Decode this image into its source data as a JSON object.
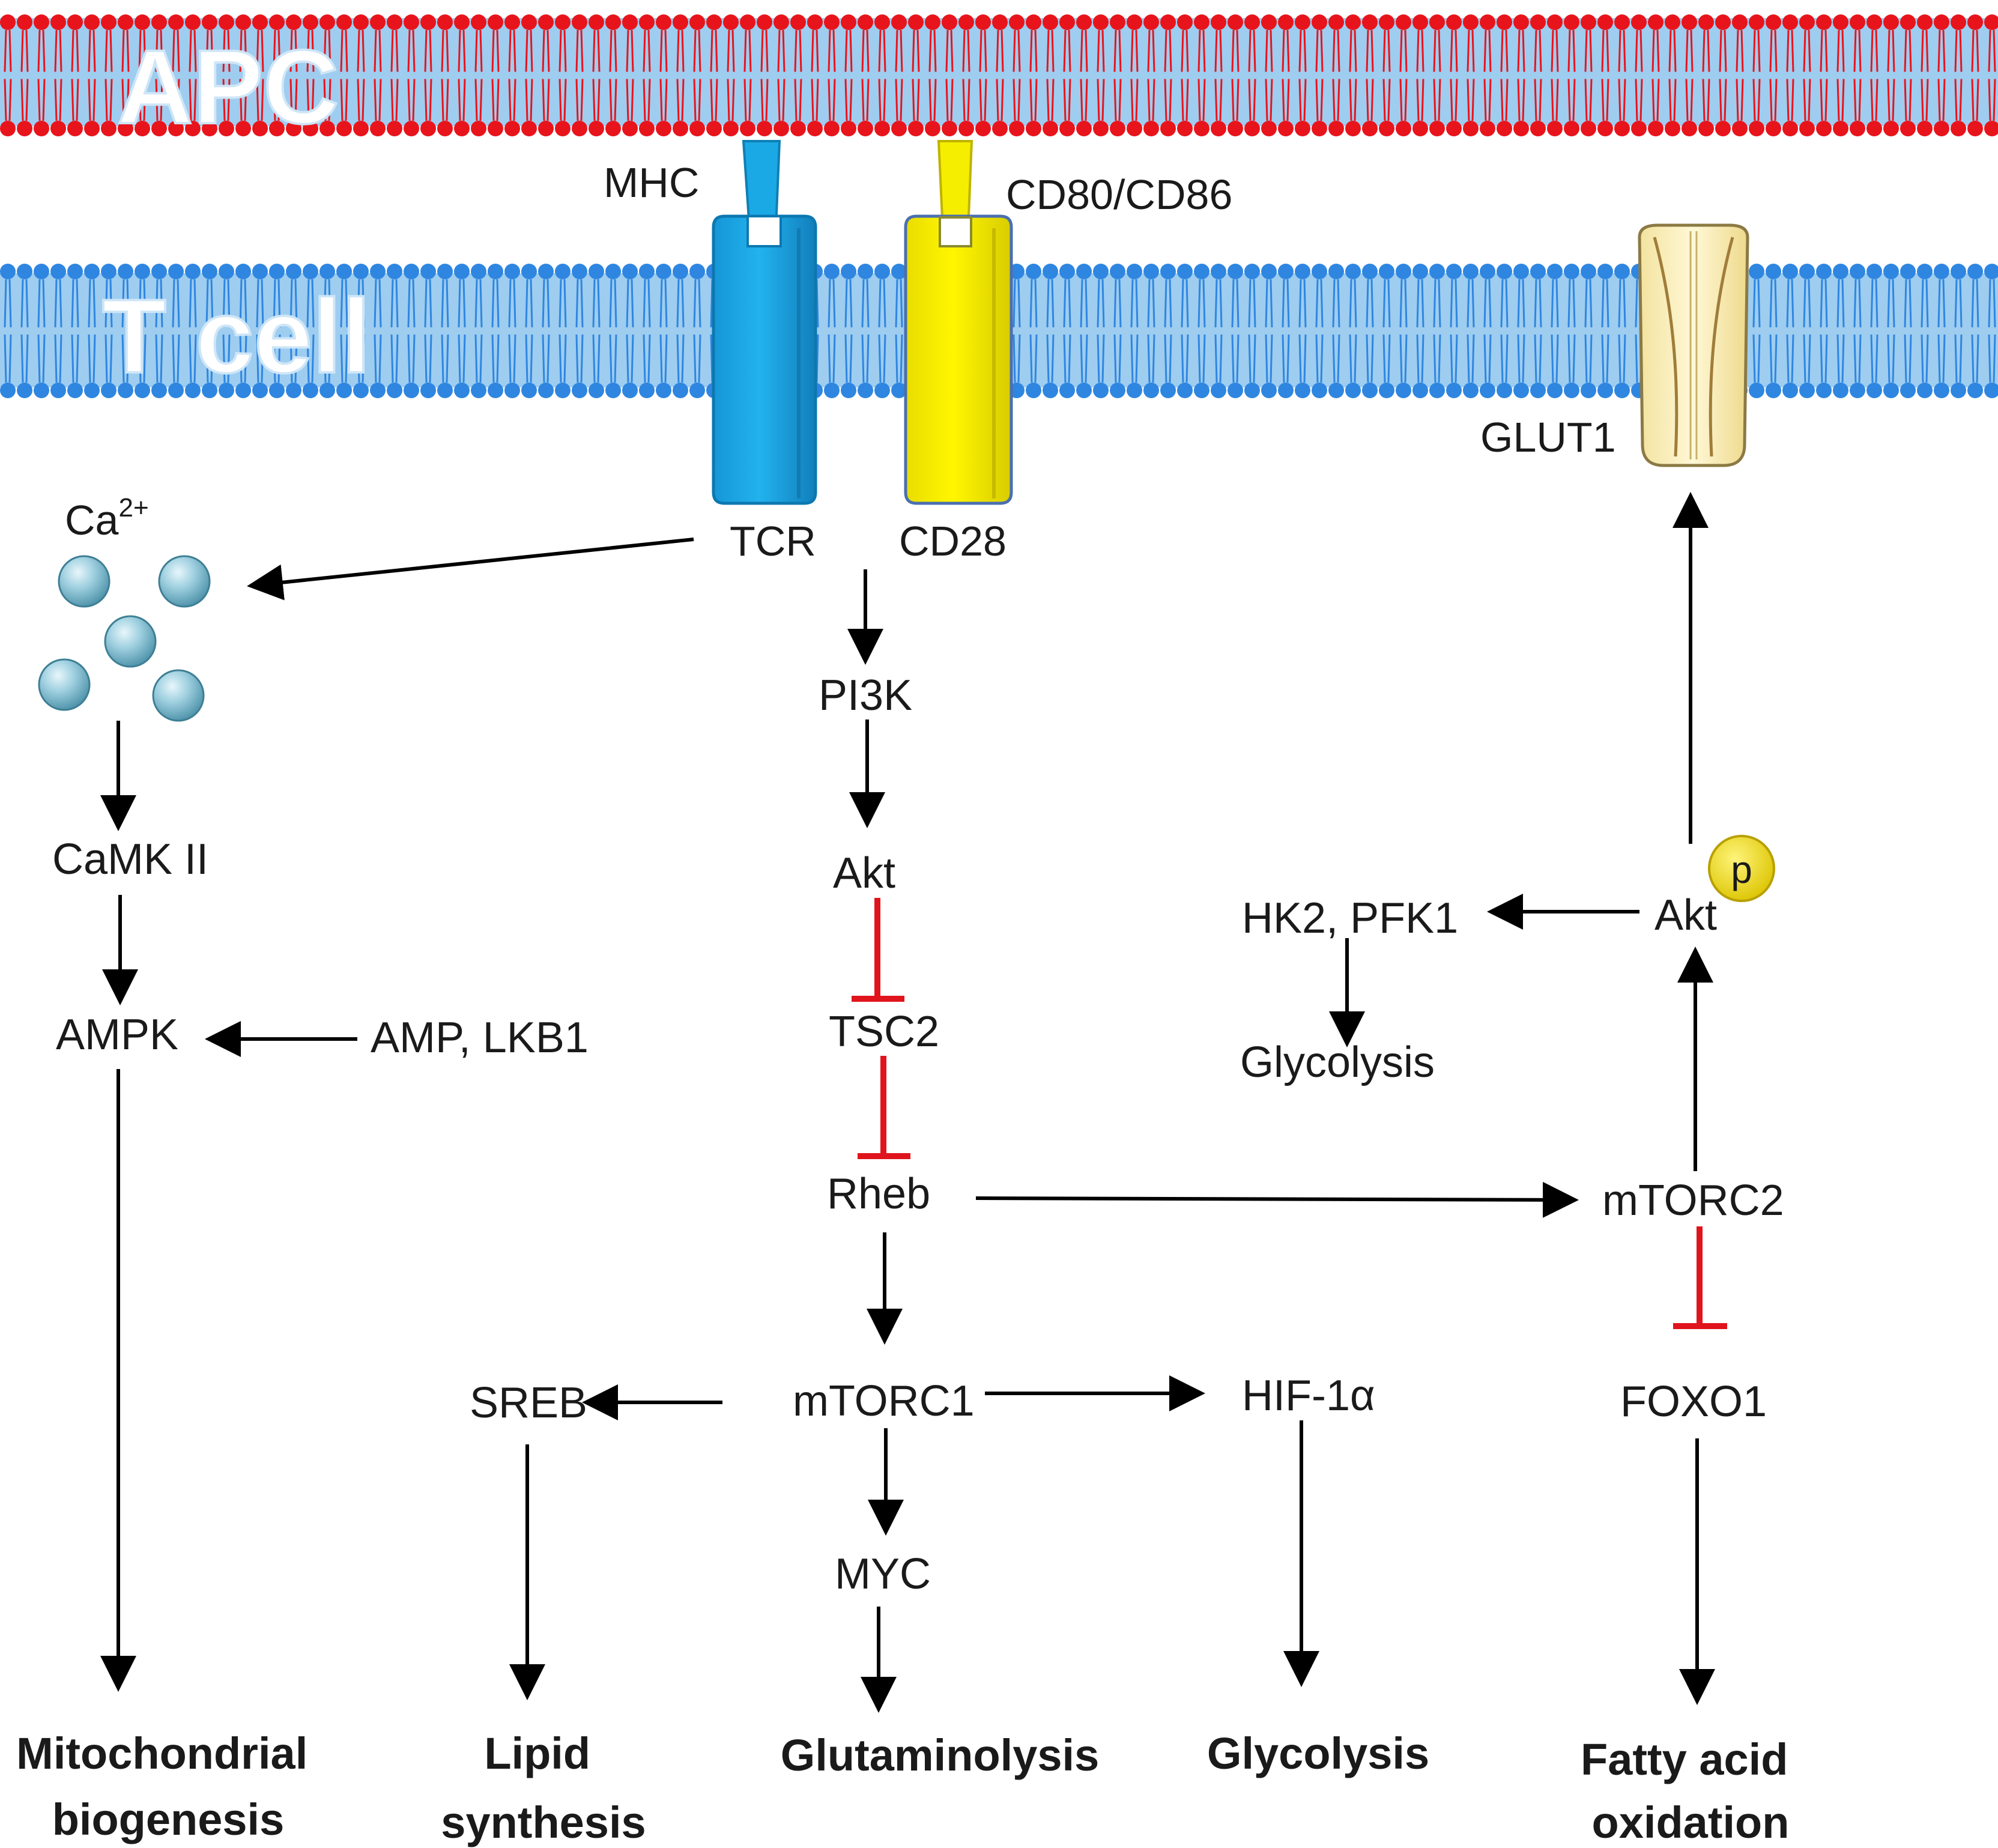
{
  "membranes": {
    "apc": "APC",
    "tcell": "T cell"
  },
  "receptors": {
    "mhc": "MHC",
    "cd80_cd86": "CD80/CD86",
    "tcr": "TCR",
    "cd28": "CD28",
    "glut1": "GLUT1"
  },
  "nodes": {
    "ca_base": "Ca",
    "ca_sup": "2+",
    "camk2": "CaMK II",
    "ampk": "AMPK",
    "amp_lkb1": "AMP, LKB1",
    "pi3k": "PI3K",
    "akt": "Akt",
    "tsc2": "TSC2",
    "rheb": "Rheb",
    "mtorc1": "mTORC1",
    "mtorc2": "mTORC2",
    "sreb": "SREB",
    "hif1a": "HIF-1α",
    "myc": "MYC",
    "foxo1": "FOXO1",
    "akt_p": "Akt",
    "p_badge": "p",
    "hk2_pfk1": "HK2, PFK1",
    "glycolysis_mid": "Glycolysis"
  },
  "outcomes": {
    "mito_line1": "Mitochondrial",
    "mito_line2": "biogenesis",
    "lipid_line1": "Lipid",
    "lipid_line2": "synthesis",
    "glutaminolysis": "Glutaminolysis",
    "glycolysis": "Glycolysis",
    "fao_line1": "Fatty acid",
    "fao_line2": "oxidation"
  },
  "colors": {
    "apc_head": "#e8141c",
    "apc_band": "#9ecdf0",
    "tcell_head": "#2f86e0",
    "tcell_band": "#9ecdf0",
    "tcr": "#1ba9e6",
    "cd28": "#f5ee00",
    "glut1": "#fbefb4",
    "inhibit": "#e0141c",
    "arrow": "#000000",
    "ca_ion": "#7cbcd0",
    "p_badge": "#f3e10e"
  }
}
